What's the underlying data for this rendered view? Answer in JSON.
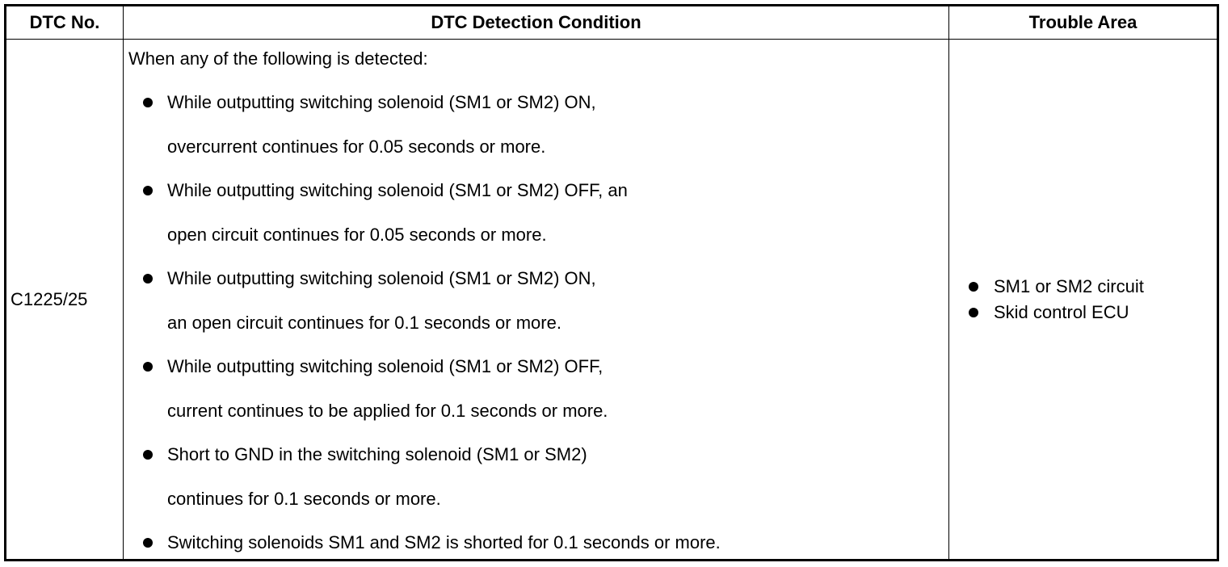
{
  "table": {
    "headers": {
      "dtc_no": "DTC No.",
      "detection_condition": "DTC Detection Condition",
      "trouble_area": "Trouble Area"
    },
    "row": {
      "dtc_code": "C1225/25",
      "condition_intro": "When any of the following is detected:",
      "conditions": [
        {
          "line1": "While outputting switching solenoid (SM1 or SM2) ON,",
          "line2": "overcurrent continues for 0.05 seconds or more."
        },
        {
          "line1": "While outputting switching solenoid (SM1 or SM2) OFF, an",
          "line2": "open circuit continues for 0.05 seconds or more."
        },
        {
          "line1": "While outputting switching solenoid (SM1 or SM2) ON,",
          "line2": "an open circuit continues for 0.1 seconds or more."
        },
        {
          "line1": "While outputting switching solenoid (SM1 or SM2) OFF,",
          "line2": "current continues to be applied for 0.1 seconds or more."
        },
        {
          "line1": "Short to GND in the switching solenoid (SM1 or SM2)",
          "line2": "continues for 0.1 seconds or more."
        },
        {
          "line1": "Switching solenoids SM1 and SM2 is shorted for 0.1 seconds or more."
        }
      ],
      "trouble_areas": [
        "SM1 or SM2 circuit",
        "Skid control ECU"
      ]
    }
  }
}
